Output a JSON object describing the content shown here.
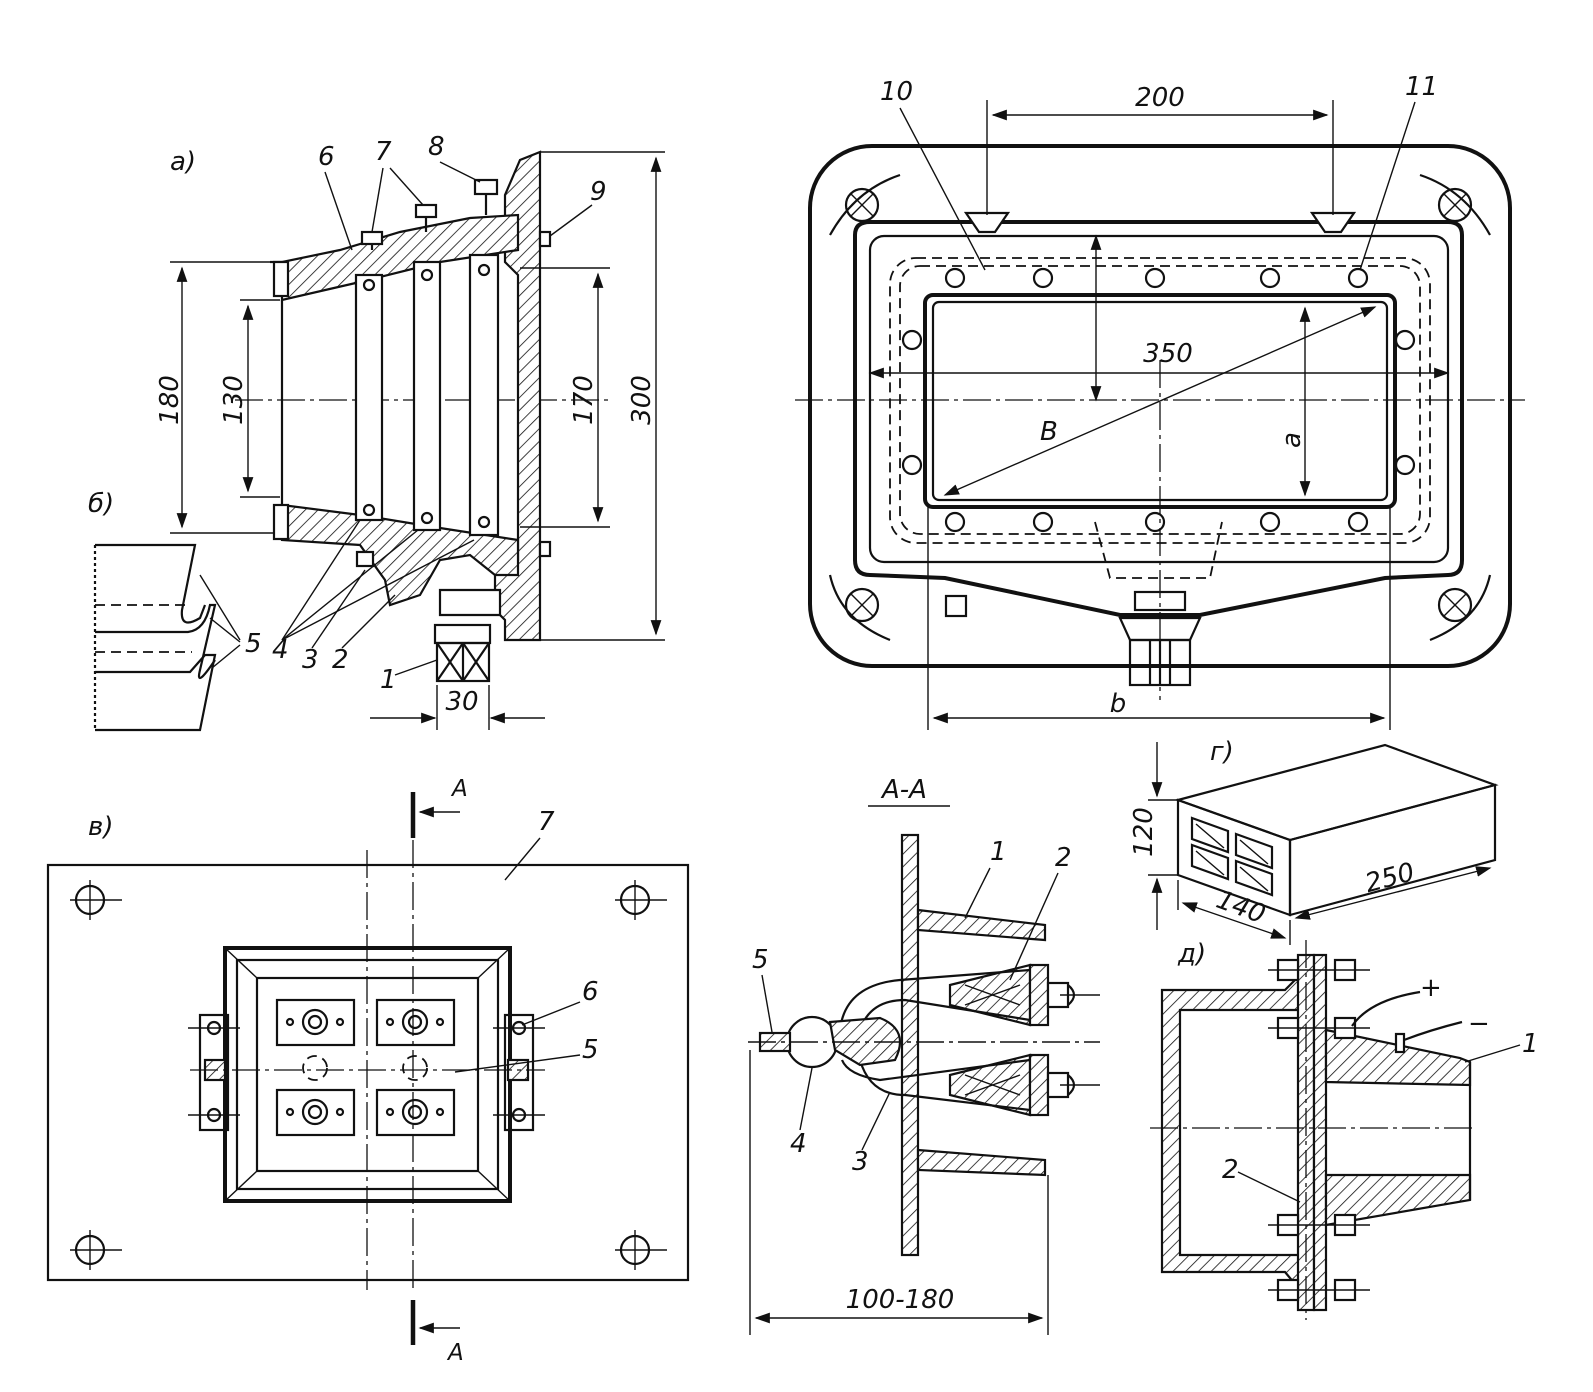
{
  "views": {
    "a": {
      "label": "а)"
    },
    "b": {
      "label": "б)"
    },
    "v": {
      "label": "в)"
    },
    "g": {
      "label": "г)"
    },
    "d": {
      "label": "д)"
    },
    "section": {
      "label": "А-А",
      "cut_marker": "А"
    }
  },
  "view_a": {
    "dims": {
      "d180": "180",
      "d130": "130",
      "d170": "170",
      "d300": "300",
      "d30": "30"
    },
    "callouts": {
      "c1": "1",
      "c2": "2",
      "c3": "3",
      "c4": "4",
      "c5": "5",
      "c6": "6",
      "c7": "7",
      "c8": "8",
      "c9": "9"
    }
  },
  "frame_view": {
    "dims": {
      "d200": "200",
      "d350": "350",
      "dB": "B",
      "da": "a",
      "db": "b"
    },
    "callouts": {
      "c10": "10",
      "c11": "11"
    }
  },
  "view_v": {
    "callouts": {
      "c5": "5",
      "c6": "6",
      "c7": "7"
    }
  },
  "section_aa": {
    "dims": {
      "range": "100-180"
    },
    "callouts": {
      "c1": "1",
      "c2": "2",
      "c3": "3",
      "c4": "4",
      "c5": "5"
    }
  },
  "view_g": {
    "dims": {
      "d120": "120",
      "d140": "140",
      "d250": "250"
    }
  },
  "view_d": {
    "signs": {
      "plus": "+",
      "minus": "−"
    },
    "callouts": {
      "c1": "1",
      "c2": "2"
    }
  }
}
